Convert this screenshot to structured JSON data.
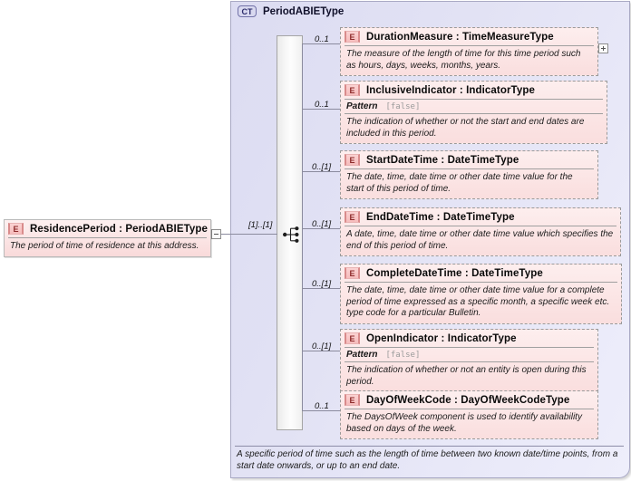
{
  "root_element": {
    "badge": "E",
    "name": "ResidencePeriod",
    "separator": " : ",
    "type": "PeriodABIEType",
    "title": "ResidencePeriod : PeriodABIEType",
    "description": "The period of time of residence at this address.",
    "collapse_icon": "minus-expander"
  },
  "complex_type": {
    "badge": "CT",
    "title": "PeriodABIEType",
    "documentation": "A specific period of time such as the length of time between two known date/time points, from a start date onwards, or up to an end date.",
    "compositor": "sequence",
    "root_cardinality": "[1]..[1]"
  },
  "children": [
    {
      "badge": "E",
      "name": "DurationMeasure",
      "type": "TimeMeasureType",
      "title": "DurationMeasure : TimeMeasureType",
      "cardinality": "0..1",
      "pattern_label": null,
      "pattern_value": null,
      "description": "The measure of the length of time for this time period such as hours, days, weeks, months, years.",
      "expander": "plus"
    },
    {
      "badge": "E",
      "name": "InclusiveIndicator",
      "type": "IndicatorType",
      "title": "InclusiveIndicator : IndicatorType",
      "cardinality": "0..1",
      "pattern_label": "Pattern",
      "pattern_value": "[false]",
      "description": "The indication of whether or not the start and end dates are included in this period.",
      "expander": null
    },
    {
      "badge": "E",
      "name": "StartDateTime",
      "type": "DateTimeType",
      "title": "StartDateTime : DateTimeType",
      "cardinality": "0..[1]",
      "pattern_label": null,
      "pattern_value": null,
      "description": "The date, time, date time or other date time value for the start of this period of time.",
      "expander": null
    },
    {
      "badge": "E",
      "name": "EndDateTime",
      "type": "DateTimeType",
      "title": "EndDateTime : DateTimeType",
      "cardinality": "0..[1]",
      "pattern_label": null,
      "pattern_value": null,
      "description": "A date, time, date time or other date time value which specifies the end of this period of time.",
      "expander": null
    },
    {
      "badge": "E",
      "name": "CompleteDateTime",
      "type": "DateTimeType",
      "title": "CompleteDateTime : DateTimeType",
      "cardinality": "0..[1]",
      "pattern_label": null,
      "pattern_value": null,
      "description": "The date, time, date time or other date time value for a complete period of time expressed as a specific month, a specific week etc. type code for a particular Bulletin.",
      "expander": null
    },
    {
      "badge": "E",
      "name": "OpenIndicator",
      "type": "IndicatorType",
      "title": "OpenIndicator : IndicatorType",
      "cardinality": "0..[1]",
      "pattern_label": "Pattern",
      "pattern_value": "[false]",
      "description": "The indication of whether or not an entity is open during this period.",
      "expander": null
    },
    {
      "badge": "E",
      "name": "DayOfWeekCode",
      "type": "DayOfWeekCodeType",
      "title": "DayOfWeekCode : DayOfWeekCodeType",
      "cardinality": "0..1",
      "pattern_label": null,
      "pattern_value": null,
      "description": "The DaysOfWeek component is used to identify availability based on days of the week.",
      "expander": null
    }
  ],
  "colors": {
    "element_fill": "#fbe4e4",
    "element_border": "#b9b9b9",
    "complextype_fill": "#e3e3f5",
    "complextype_border": "#a9a9c4",
    "badge_e_text": "#8d2b2b",
    "badge_ct_text": "#2b2b6b",
    "connector": "#8b8b9e"
  }
}
